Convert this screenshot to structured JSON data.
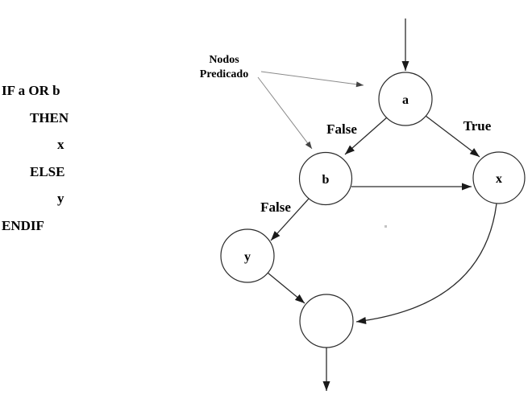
{
  "code": {
    "lines": [
      "IF a OR b",
      "THEN",
      "x",
      "ELSE",
      "y",
      "ENDIF"
    ]
  },
  "diagram": {
    "annotation": {
      "line1": "Nodos",
      "line2": "Predicado"
    },
    "nodes": {
      "a": "a",
      "b": "b",
      "x": "x",
      "y": "y",
      "join": ""
    },
    "edge_labels": {
      "false_a_b": "False",
      "true_a_x": "True",
      "false_b_y": "False"
    },
    "edges": [
      {
        "from": "entry",
        "to": "a",
        "label": ""
      },
      {
        "from": "a",
        "to": "b",
        "label": "False"
      },
      {
        "from": "a",
        "to": "x",
        "label": "True"
      },
      {
        "from": "b",
        "to": "x",
        "label": ""
      },
      {
        "from": "b",
        "to": "y",
        "label": "False"
      },
      {
        "from": "y",
        "to": "join",
        "label": ""
      },
      {
        "from": "x",
        "to": "join",
        "label": ""
      },
      {
        "from": "join",
        "to": "exit",
        "label": ""
      },
      {
        "from": "annotation-label",
        "to": "a",
        "label": ""
      },
      {
        "from": "annotation-label",
        "to": "b",
        "label": ""
      }
    ]
  },
  "colors": {
    "background": "#ffffff",
    "text": "#000000",
    "edge": "#2b2b2b",
    "pointer_arrow": "#8a8a8a"
  }
}
